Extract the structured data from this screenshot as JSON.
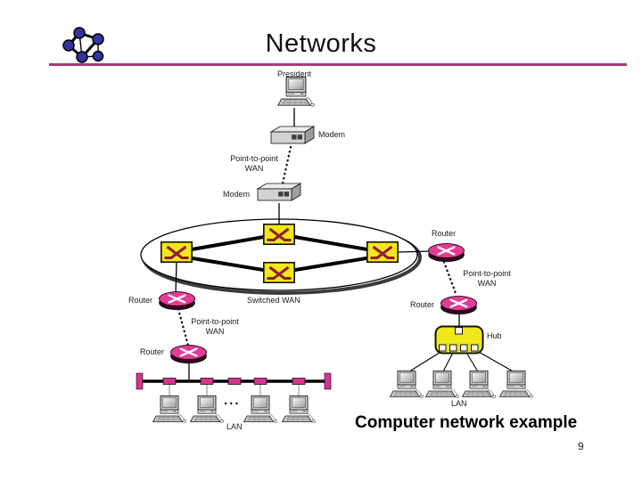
{
  "slide": {
    "title": "Networks",
    "caption": "Computer network example",
    "page_number": "9"
  },
  "labels": {
    "president": "President",
    "modem": "Modem",
    "router": "Router",
    "hub": "Hub",
    "lan": "LAN",
    "point_to_point_line1": "Point-to-point",
    "point_to_point_line2": "WAN",
    "switched_wan": "Switched WAN",
    "ellipsis": "..."
  },
  "icons": {
    "logo": "network-graph-logo",
    "computer": "desktop-computer-icon",
    "modem": "modem-icon",
    "router": "router-icon",
    "switch": "wan-switch-icon",
    "hub": "hub-icon"
  },
  "colors": {
    "accent_line": "#a83a78",
    "switch_yellow": "#f2e71a",
    "router_pink": "#e63a97",
    "switch_symbol_red": "#8e1f30",
    "logo_node_blue": "#3434a0",
    "bus_magenta": "#d6348f"
  }
}
